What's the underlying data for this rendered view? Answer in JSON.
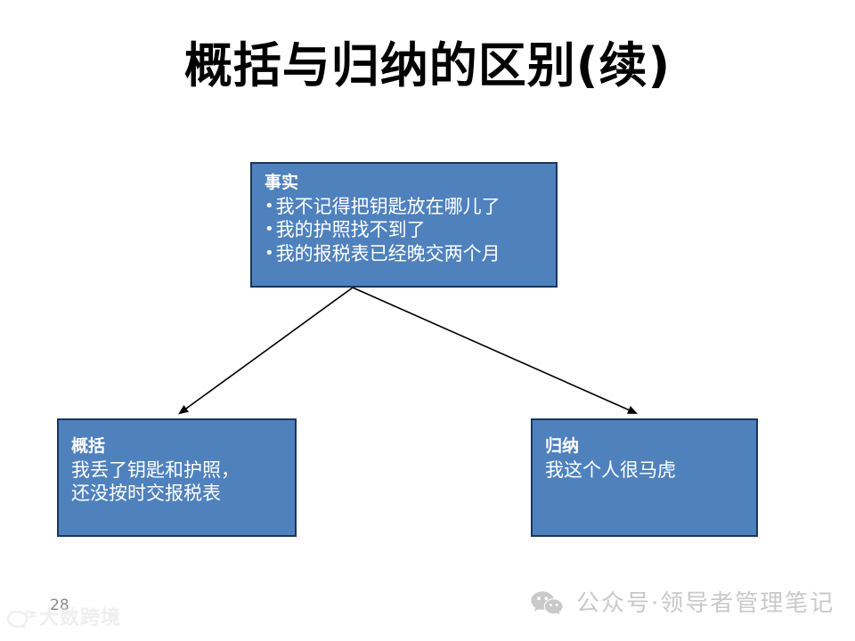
{
  "slide": {
    "title": "概括与归纳的区别(续)",
    "page_number": "28",
    "accent_color": "#4F81BD",
    "border_color": "#17375E",
    "text_color": "#FFFFFF",
    "connector_color": "#000000"
  },
  "diagram": {
    "fact_box": {
      "heading": "事实",
      "bullets": [
        "我不记得把钥匙放在哪儿了",
        "我的护照找不到了",
        "我的报税表已经晚交两个月"
      ]
    },
    "summary_box": {
      "heading": "概括",
      "lines": [
        "我丢了钥匙和护照，",
        "还没按时交报税表"
      ]
    },
    "induction_box": {
      "heading": "归纳",
      "lines": [
        "我这个人很马虎"
      ]
    },
    "connectors": [
      {
        "name": "arrow-fact-to-summary",
        "from": "fact_box",
        "to": "summary_box"
      },
      {
        "name": "arrow-fact-to-induction",
        "from": "fact_box",
        "to": "induction_box"
      }
    ]
  },
  "footer": {
    "wechat_label": "公众号·领导者管理笔记",
    "wechat_icon": "wechat-icon",
    "wechat_text_color": "#C9C9C9"
  },
  "watermark": {
    "text": "大数跨境",
    "logo_icon": "dashukuajing-logo-icon",
    "color": "#E3E3E3"
  }
}
